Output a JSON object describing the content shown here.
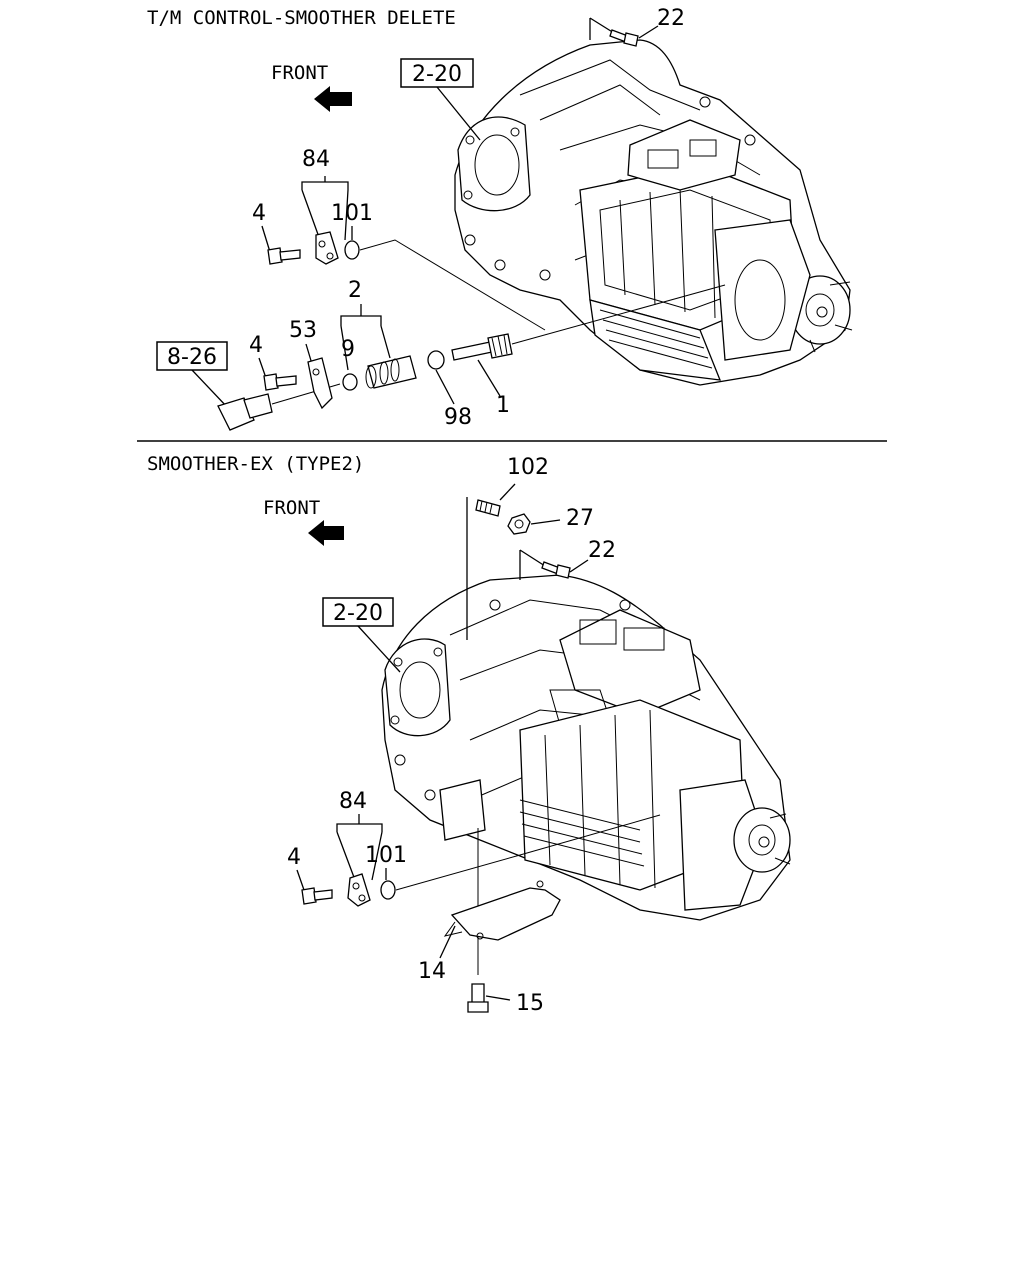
{
  "top_section": {
    "title": "T/M CONTROL-SMOOTHER DELETE",
    "front_label": "FRONT",
    "ref_main": "2-20",
    "ref_sensor": "8-26",
    "callouts": {
      "c22": "22",
      "c84": "84",
      "c4a": "4",
      "c101": "101",
      "c2": "2",
      "c53": "53",
      "c4b": "4",
      "c9": "9",
      "c98": "98",
      "c1": "1"
    }
  },
  "bottom_section": {
    "title": "SMOOTHER-EX (TYPE2)",
    "front_label": "FRONT",
    "ref_main": "2-20",
    "callouts": {
      "c102": "102",
      "c27": "27",
      "c22": "22",
      "c84": "84",
      "c4": "4",
      "c101": "101",
      "c14": "14",
      "c15": "15"
    }
  }
}
